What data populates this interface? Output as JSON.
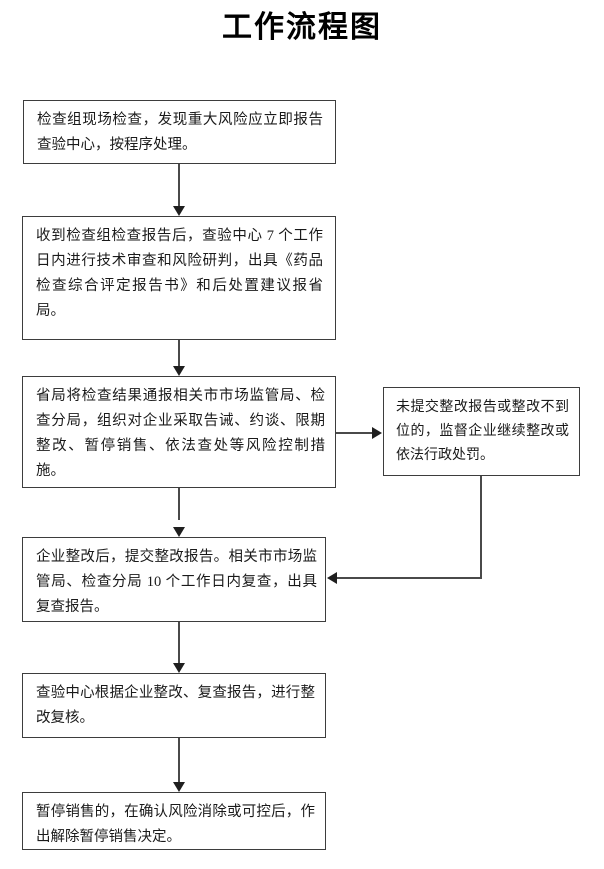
{
  "title": "工作流程图",
  "nodes": [
    {
      "id": "node-1",
      "name": "step-onsite-inspection",
      "text": "检查组现场检查，发现重大风险应立即报告查验中心，按程序处理。"
    },
    {
      "id": "node-2",
      "name": "step-technical-review",
      "text": "收到检查组检查报告后，查验中心 7 个工作日内进行技术审查和风险研判，出具《药品检查综合评定报告书》和后处置建议报省局。"
    },
    {
      "id": "node-3",
      "name": "step-provincial-bureau-notify",
      "text": "省局将检查结果通报相关市市场监管局、检查分局，组织对企业采取告诫、约谈、限期整改、暂停销售、依法查处等风险控制措施。"
    },
    {
      "id": "node-4",
      "name": "step-enterprise-rectification-recheck",
      "text": "企业整改后，提交整改报告。相关市市场监管局、检查分局 10 个工作日内复查，出具复查报告。"
    },
    {
      "id": "node-5",
      "name": "step-rectification-review",
      "text": "查验中心根据企业整改、复查报告，进行整改复核。"
    },
    {
      "id": "node-6",
      "name": "step-lift-sales-suspension",
      "text": "暂停销售的，在确认风险消除或可控后，作出解除暂停销售决定。"
    },
    {
      "id": "node-side",
      "name": "step-noncompliance-penalty",
      "text": "未提交整改报告或整改不到位的，监督企业继续整改或依法行政处罚。"
    }
  ],
  "connectors": [
    {
      "name": "connector-1-to-2",
      "type": "vertical-arrow"
    },
    {
      "name": "connector-2-to-3",
      "type": "vertical-arrow"
    },
    {
      "name": "connector-3-to-4",
      "type": "vertical-arrow"
    },
    {
      "name": "connector-3-to-side",
      "type": "horizontal-arrow-right"
    },
    {
      "name": "connector-side-to-4",
      "type": "elbow-arrow-left"
    },
    {
      "name": "connector-4-to-5",
      "type": "vertical-arrow"
    },
    {
      "name": "connector-5-to-6",
      "type": "vertical-arrow"
    }
  ],
  "colors": {
    "background": "#ffffff",
    "box_border": "#3d3d3d",
    "connector": "#4a4a4a",
    "arrowhead": "#1f1f1f",
    "text": "#1a1a1a"
  }
}
